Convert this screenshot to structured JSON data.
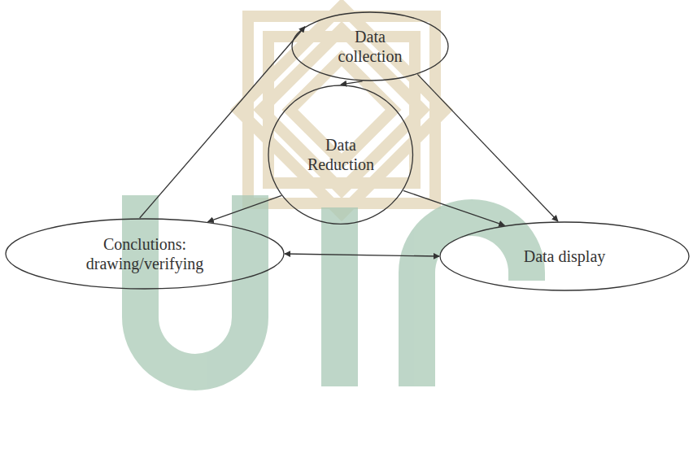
{
  "diagram": {
    "nodes": [
      {
        "text": [
          "Data collection"
        ]
      },
      {
        "text": [
          "Data Reduction"
        ]
      },
      {
        "text": [
          "Conclutions: drawing/verifying"
        ]
      },
      {
        "text": [
          "Data display"
        ]
      }
    ],
    "edges": [
      {
        "from": 0,
        "to": 1,
        "arrow": "to"
      },
      {
        "from": 0,
        "to": 3,
        "arrow": "to"
      },
      {
        "from": 1,
        "to": 2,
        "arrow": "to"
      },
      {
        "from": 1,
        "to": 3,
        "arrow": "to"
      },
      {
        "from": 2,
        "to": 3,
        "arrow": "both"
      },
      {
        "from": 2,
        "to": 0,
        "arrow": "to"
      }
    ]
  }
}
